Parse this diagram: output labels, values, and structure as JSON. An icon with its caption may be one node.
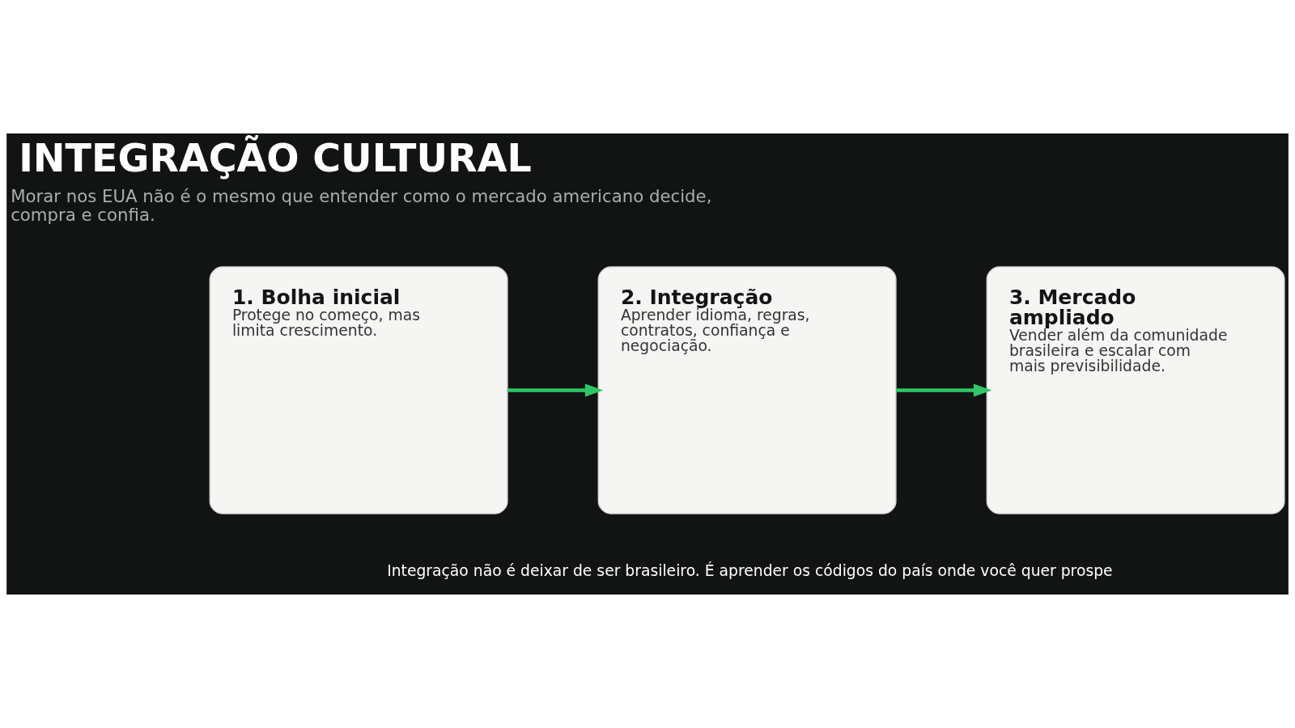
{
  "diagram": {
    "title": "INTEGRAÇÃO CULTURAL",
    "nodes": [
      {
        "text": [
          "1. Bolha inicial",
          "Protege no começo, mas limita crescimento."
        ]
      },
      {
        "text": [
          "2. Integração",
          "Aprender idioma, regras, contratos, confiança e negociação."
        ]
      },
      {
        "text": [
          "3. Mercado ampliado",
          "Vender além da comunidade brasileira e escalar com mais previsibilidade."
        ]
      }
    ],
    "edges": [
      {
        "from": 0,
        "to": 1,
        "arrow": "to"
      },
      {
        "from": 1,
        "to": 2,
        "arrow": "to"
      }
    ],
    "labels": [
      "Morar nos EUA não é o mesmo que entender como o mercado americano decide, compra e confia.",
      "Integração não é deixar de ser brasileiro. É aprender os códigos do país onde você quer prospe"
    ]
  }
}
